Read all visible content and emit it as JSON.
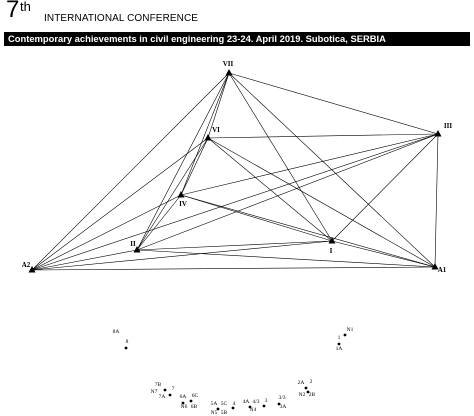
{
  "header": {
    "edition_number": "7",
    "edition_suffix": "th",
    "conference_title": "INTERNATIONAL CONFERENCE",
    "banner_text": "Contemporary achievements in civil engineering 23-24. April 2019. Subotica, SERBIA"
  },
  "network": {
    "stations": [
      "VII",
      "VI",
      "III",
      "IV",
      "II",
      "I",
      "A2",
      "A1"
    ],
    "points": [
      "8A",
      "8",
      "N1",
      "1",
      "1A",
      "7B",
      "N7",
      "7A",
      "7",
      "6A",
      "6C",
      "N6",
      "6B",
      "5A",
      "5C",
      "N5",
      "5B",
      "4",
      "4A",
      "4/3",
      "N4",
      "3",
      "3/3",
      "3A",
      "2A",
      "2",
      "N2",
      "2B"
    ]
  }
}
